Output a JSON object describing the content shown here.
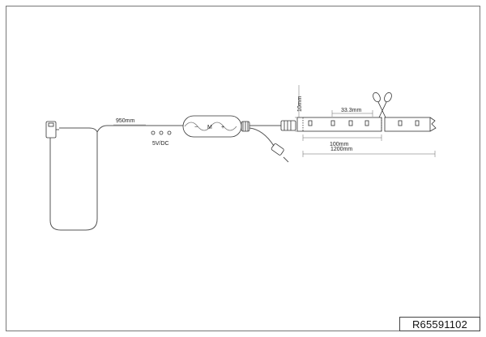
{
  "drawing": {
    "product_code": "R65591102",
    "labels": {
      "cable_length": "950mm",
      "voltage": "5V/DC",
      "strip_height": "10mm",
      "cut_interval": "33.3mm",
      "segment_length": "100mm",
      "total_length": "1200mm"
    },
    "controller_buttons": [
      "−",
      "M",
      "+"
    ]
  }
}
